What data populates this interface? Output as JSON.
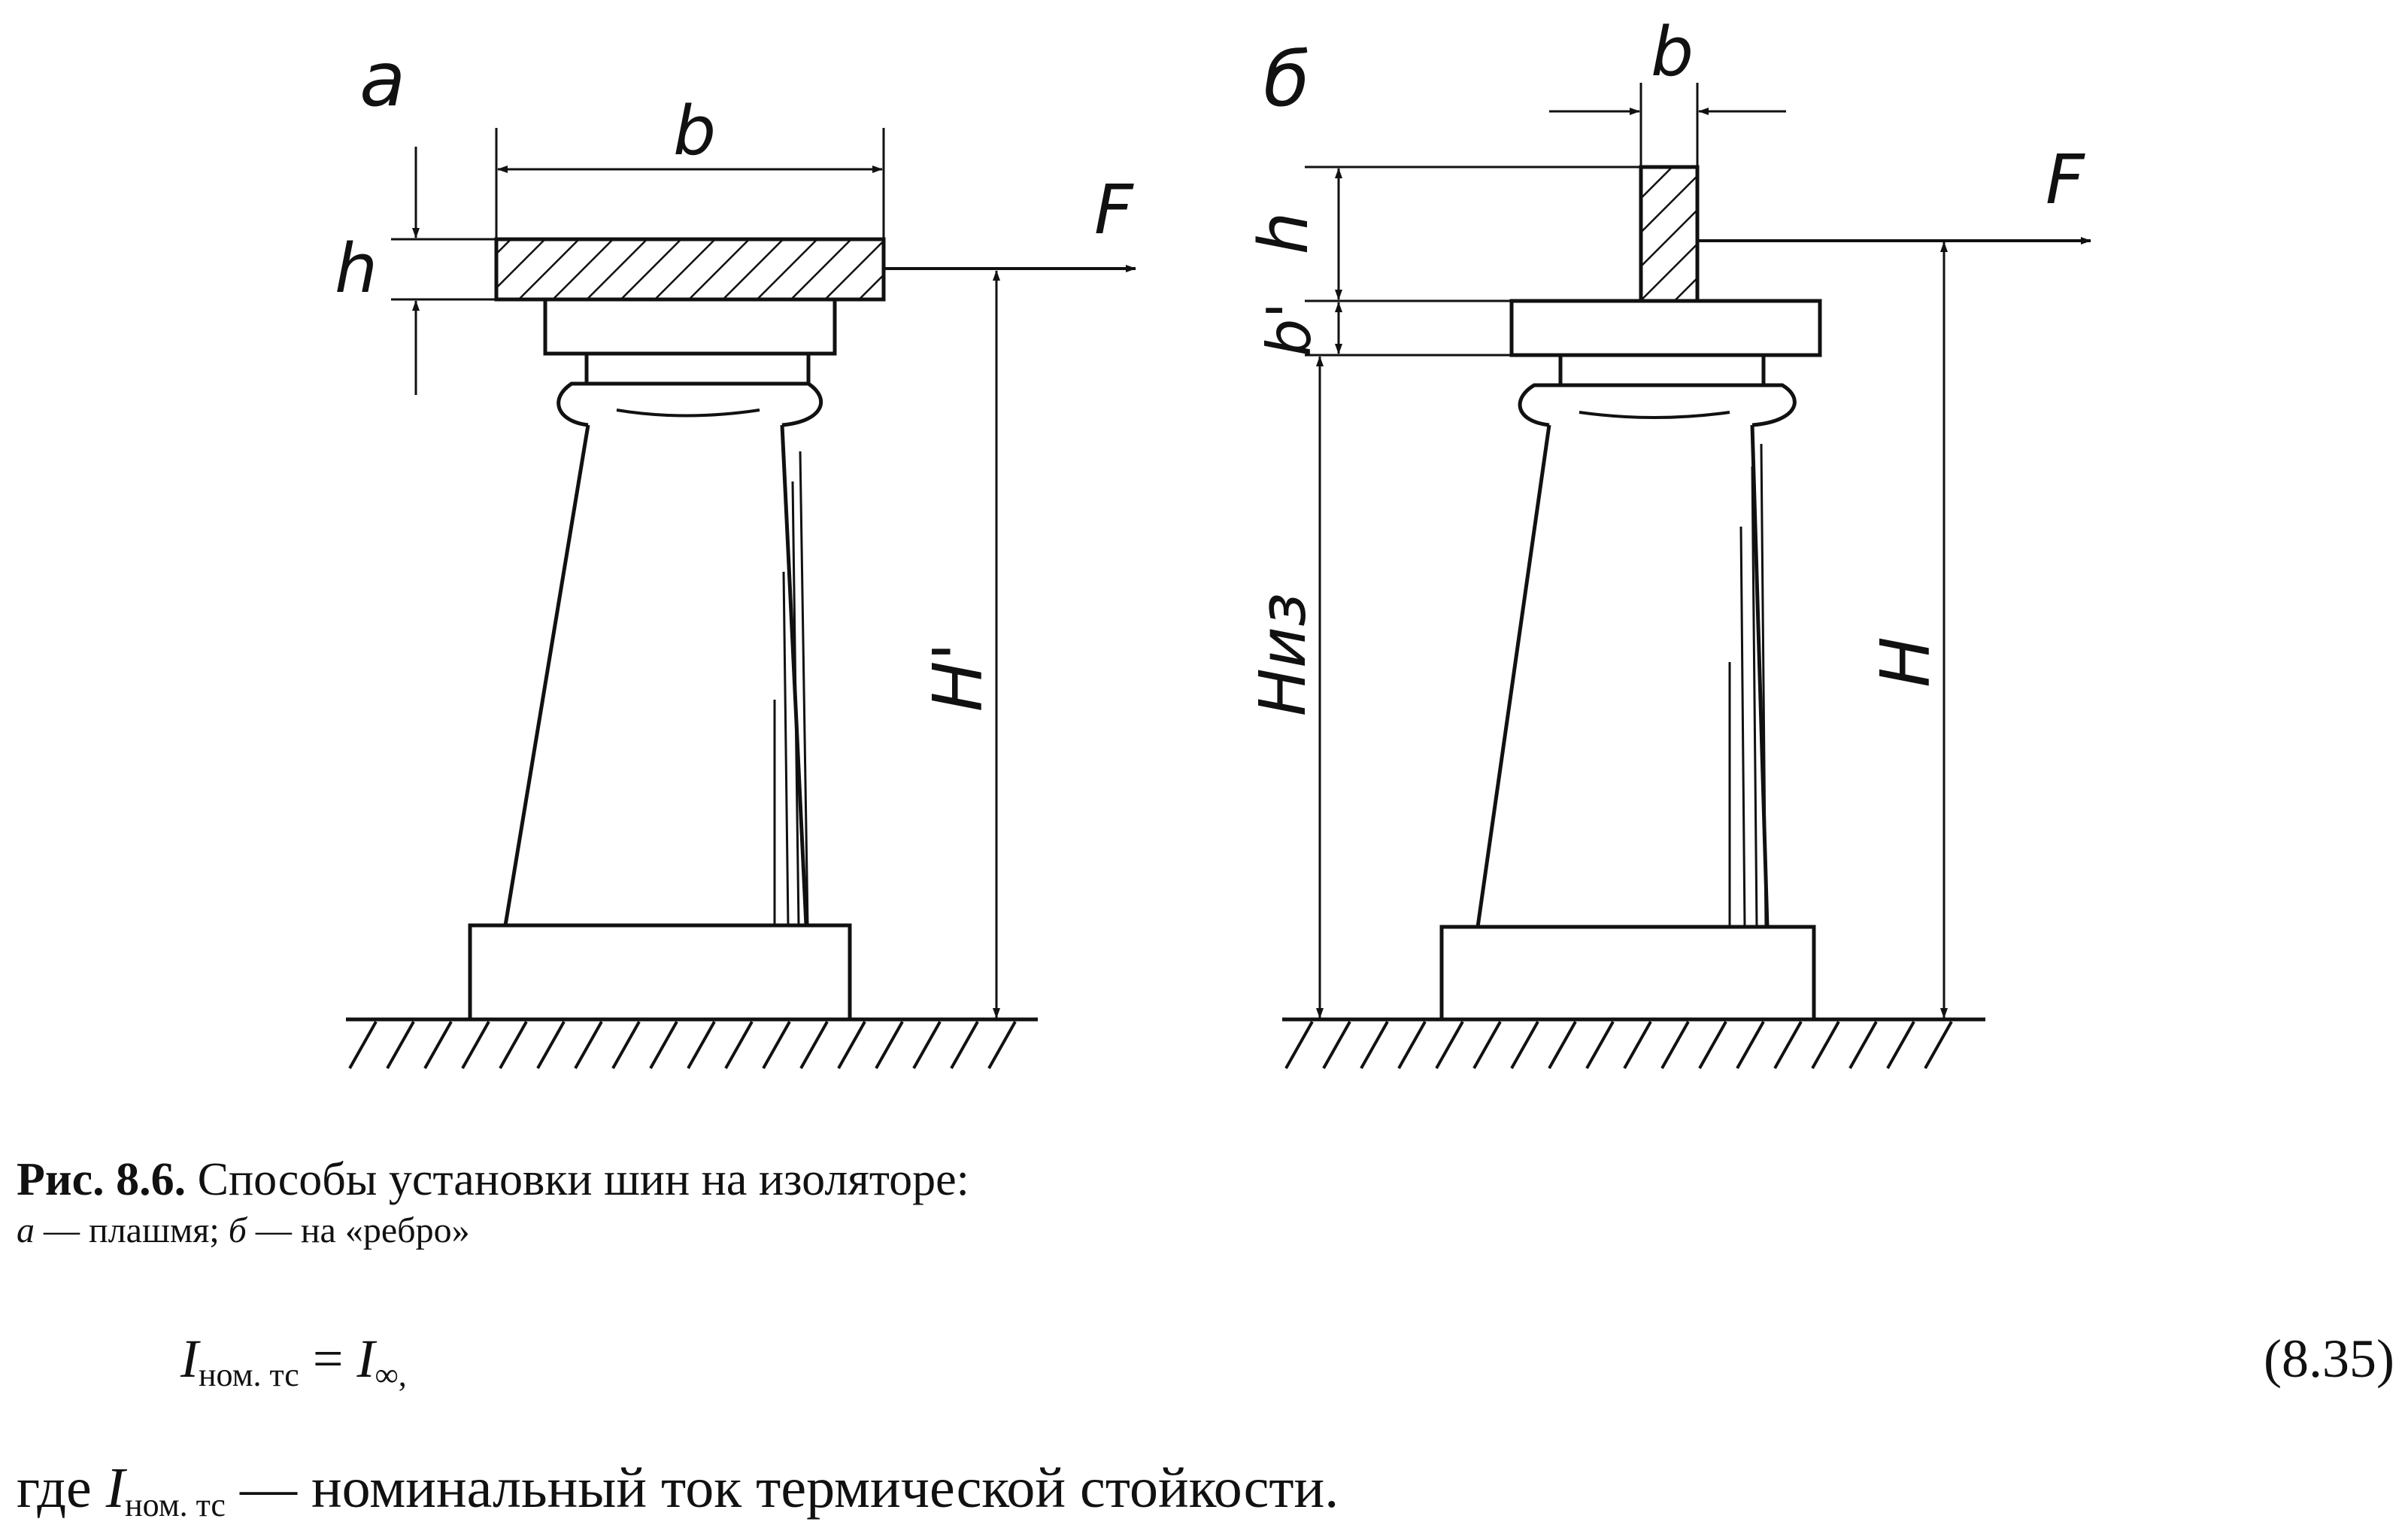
{
  "figure": {
    "labels": {
      "panel_a": "а",
      "panel_b": "б",
      "b_a": "b",
      "h_a": "h",
      "F_a": "F",
      "H_prime": "H'",
      "b_b": "b",
      "h_b": "h",
      "b_prime": "b'",
      "F_b": "F",
      "H_iz": "Hиз",
      "H_b": "H"
    }
  },
  "caption": {
    "title": "Рис. 8.6.",
    "text": " Способы установки шин на изоляторе:",
    "item_a_letter": "а",
    "item_a_text": " — плашмя; ",
    "item_b_letter": "б",
    "item_b_text": " — на «ребро»"
  },
  "equation": {
    "lhs": "I",
    "lhs_sub": "ном. тс",
    "eq": " = ",
    "rhs": "I",
    "rhs_sub": "∞,",
    "number": "(8.35)"
  },
  "paragraph": {
    "prefix": "где ",
    "var": "I",
    "var_sub": "ном. тс",
    "rest": " — номинальный ток термической стойкости."
  }
}
